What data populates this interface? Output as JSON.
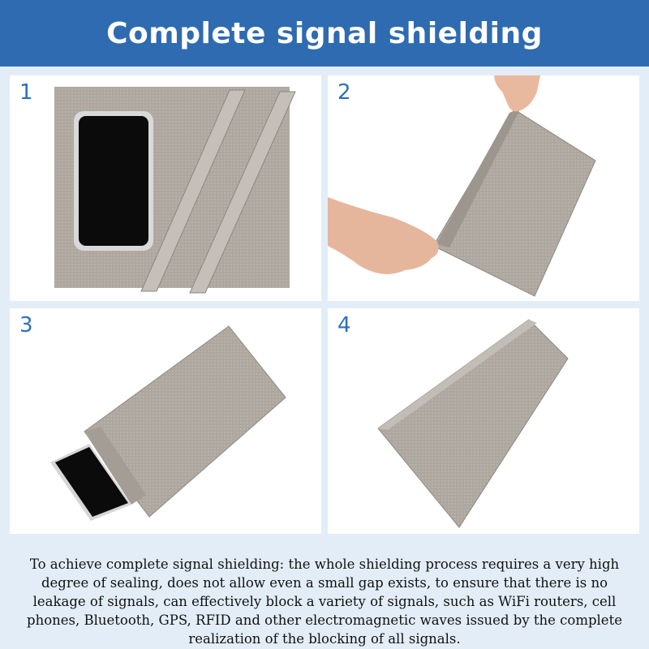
{
  "header": {
    "title": "Complete signal shielding"
  },
  "panels": [
    {
      "number": "1",
      "scene": "phone-on-shielding-fabric-with-tape-strips"
    },
    {
      "number": "2",
      "scene": "hands-holding-open-shielding-pouch"
    },
    {
      "number": "3",
      "scene": "phone-inserted-into-pouch"
    },
    {
      "number": "4",
      "scene": "sealed-shielding-pouch"
    }
  ],
  "caption": {
    "text": "To achieve complete signal shielding: the whole shielding process requires a very high degree of sealing, does not allow even a small gap exists, to ensure that there is no leakage of signals, can effectively block a variety of signals, such as WiFi routers, cell phones, Bluetooth, GPS, RFID and other electromagnetic waves issued by the complete realization of the blocking of all signals."
  },
  "colors": {
    "banner": "#2e6bb0",
    "background": "#e3edf8",
    "number": "#2b70b8",
    "fabric": "#a9a39d"
  }
}
